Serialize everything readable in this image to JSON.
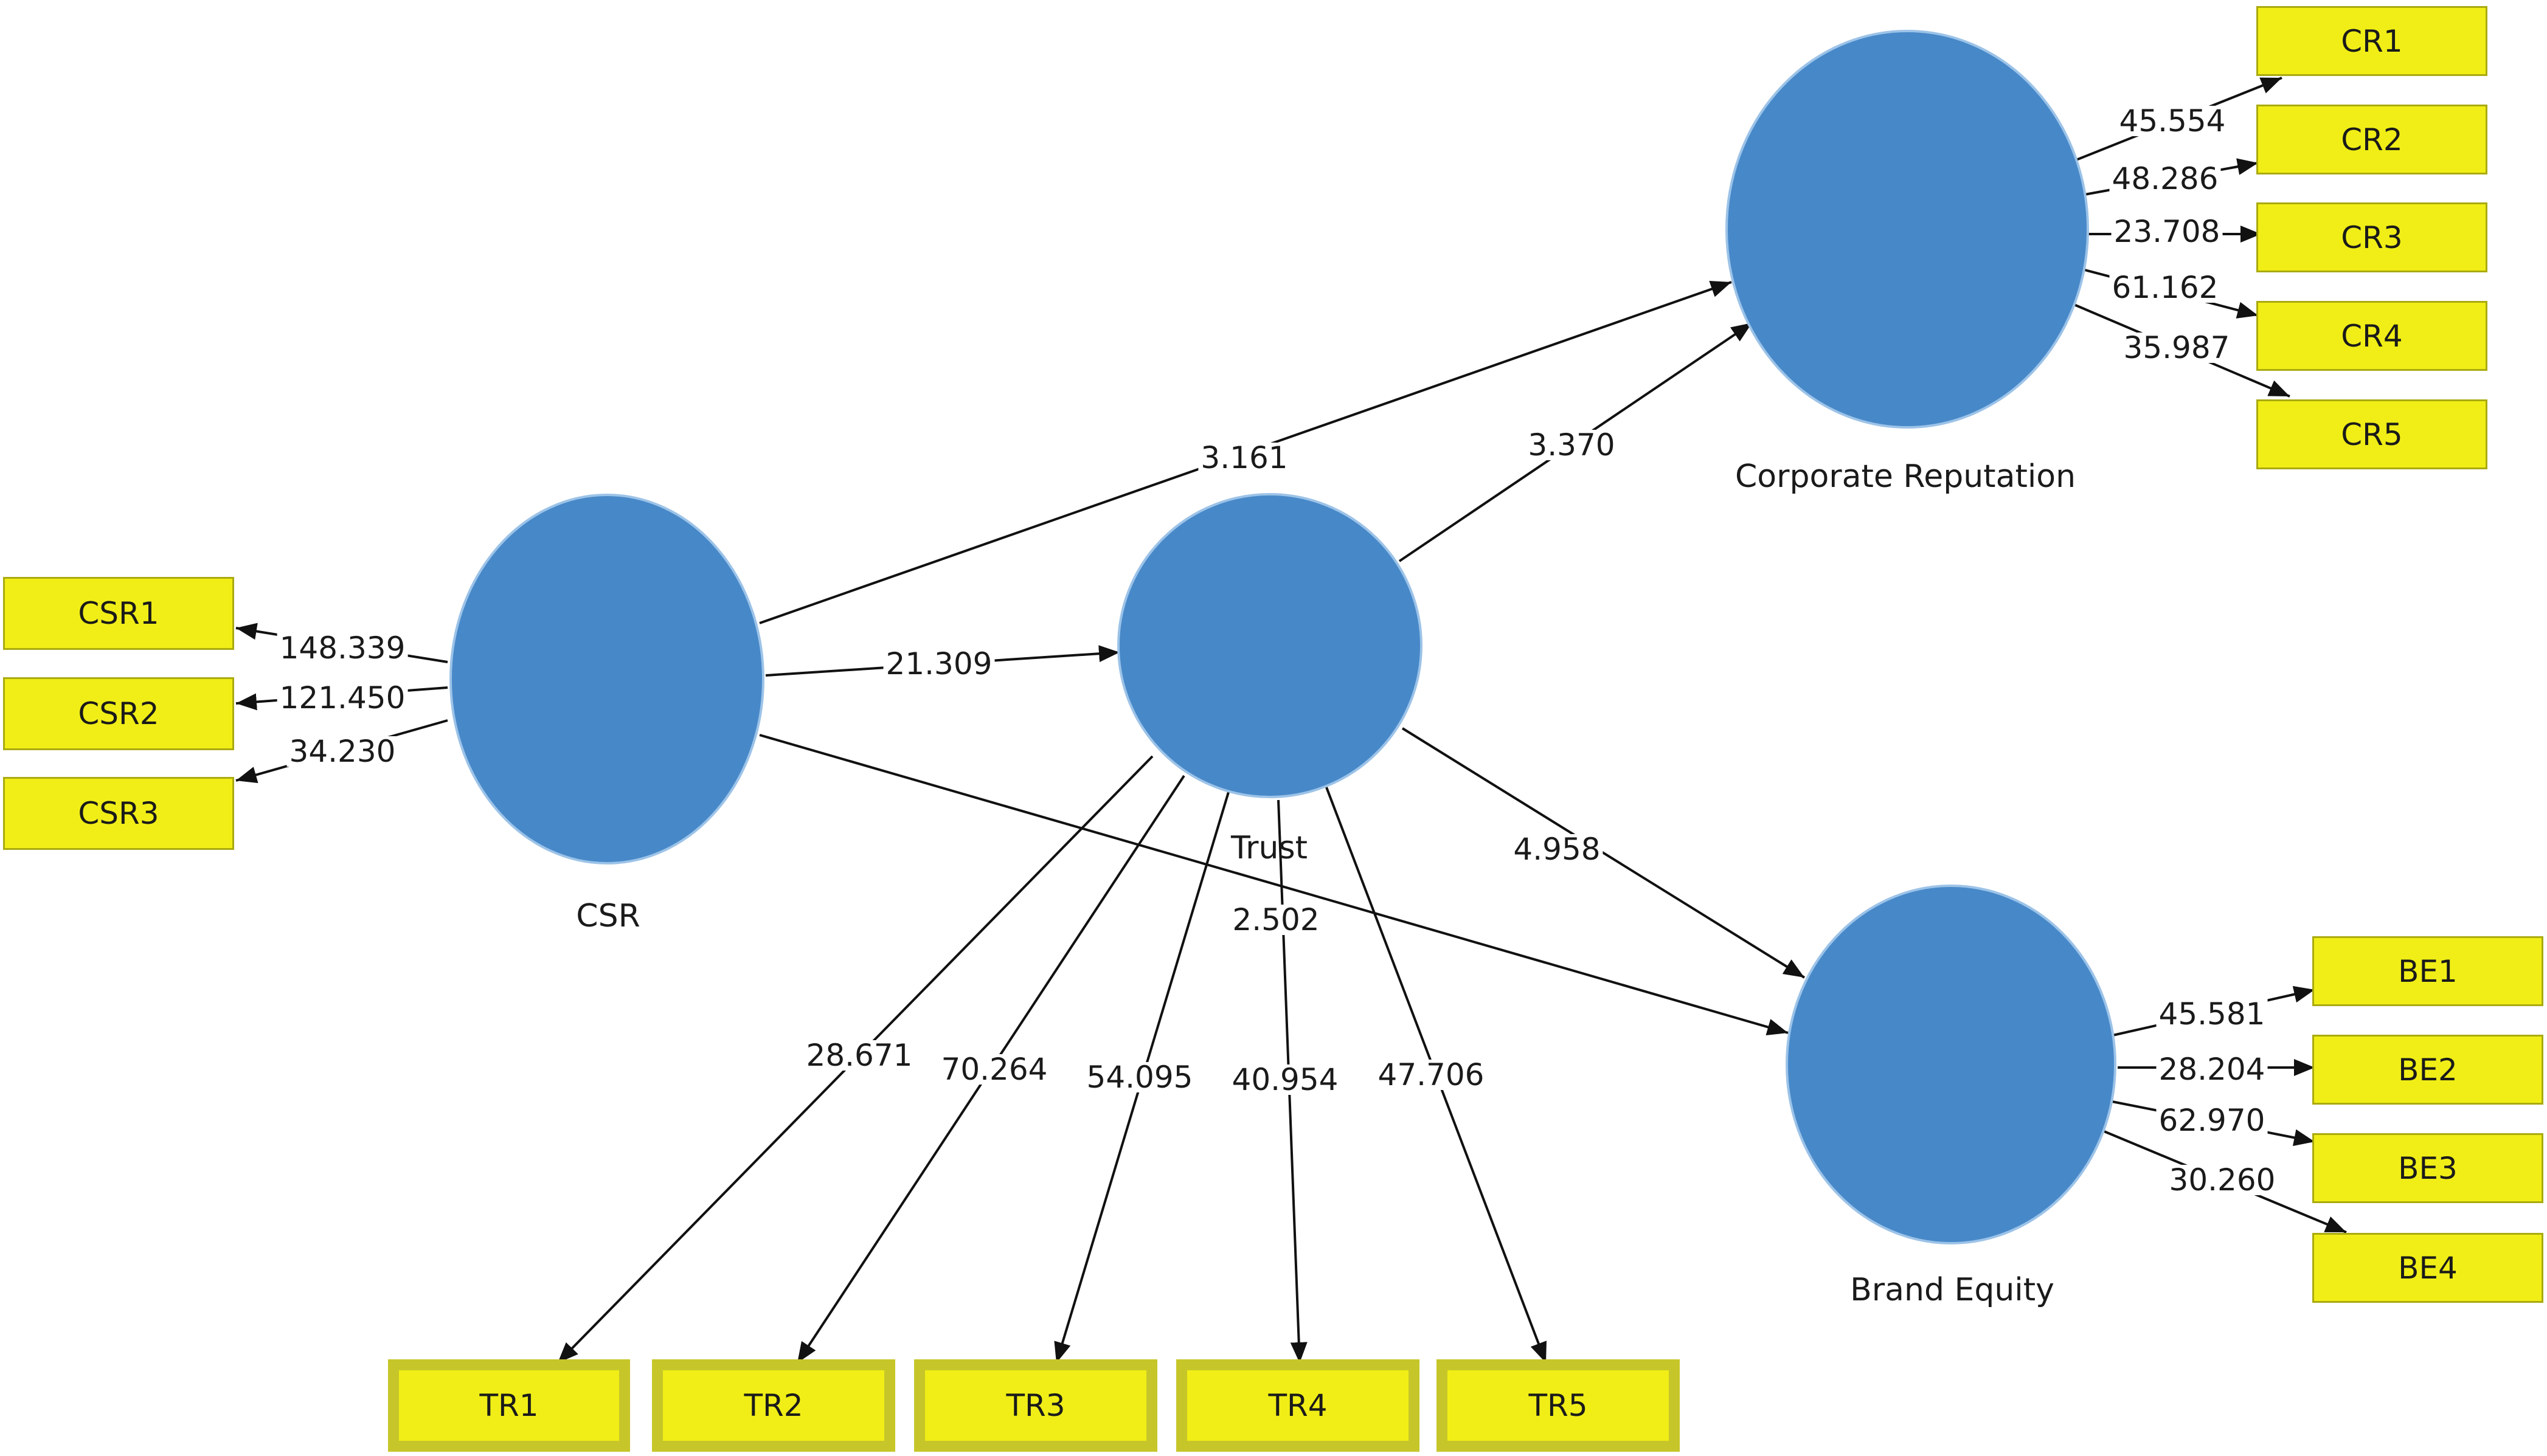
{
  "colors": {
    "construct_fill": "#4788C8",
    "construct_stroke": "#9CC3E8",
    "indicator_fill": "#F0EE16",
    "indicator_border": "#C6C62A",
    "arrow": "#111111"
  },
  "constructs": {
    "csr": "CSR",
    "trust": "Trust",
    "reputation": "Corporate Reputation",
    "equity": "Brand Equity"
  },
  "indicators": {
    "csr": [
      "CSR1",
      "CSR2",
      "CSR3"
    ],
    "cr": [
      "CR1",
      "CR2",
      "CR3",
      "CR4",
      "CR5"
    ],
    "be": [
      "BE1",
      "BE2",
      "BE3",
      "BE4"
    ],
    "tr": [
      "TR1",
      "TR2",
      "TR3",
      "TR4",
      "TR5"
    ]
  },
  "paths": {
    "csr_trust": "21.309",
    "csr_reputation": "3.161",
    "trust_reputation": "3.370",
    "trust_equity": "4.958",
    "csr_equity": "2.502"
  },
  "loadings": {
    "csr": [
      "148.339",
      "121.450",
      "34.230"
    ],
    "cr": [
      "45.554",
      "48.286",
      "23.708",
      "61.162",
      "35.987"
    ],
    "be": [
      "45.581",
      "28.204",
      "62.970",
      "30.260"
    ],
    "tr": [
      "28.671",
      "70.264",
      "54.095",
      "40.954",
      "47.706"
    ]
  }
}
